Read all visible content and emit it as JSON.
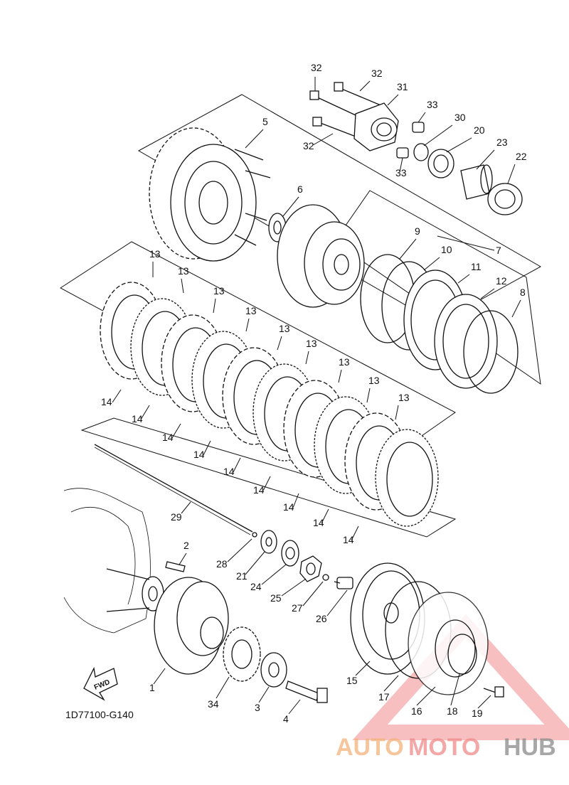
{
  "diagram_code": "1D77100-G140",
  "fwd_label": "FWD",
  "watermark": {
    "part1": "AUTO",
    "part2": "MOTO",
    "part3": "HUB",
    "colors": {
      "orange": "#f5b27a",
      "red": "#f08a8a",
      "gray": "#8a8a8a"
    }
  },
  "callouts": [
    {
      "id": "c32a",
      "text": "32"
    },
    {
      "id": "c32b",
      "text": "32"
    },
    {
      "id": "c31",
      "text": "31"
    },
    {
      "id": "c33a",
      "text": "33"
    },
    {
      "id": "c30",
      "text": "30"
    },
    {
      "id": "c20",
      "text": "20"
    },
    {
      "id": "c32c",
      "text": "32"
    },
    {
      "id": "c23",
      "text": "23"
    },
    {
      "id": "c22",
      "text": "22"
    },
    {
      "id": "c33b",
      "text": "33"
    },
    {
      "id": "c5",
      "text": "5"
    },
    {
      "id": "c6",
      "text": "6"
    },
    {
      "id": "c9",
      "text": "9"
    },
    {
      "id": "c10",
      "text": "10"
    },
    {
      "id": "c7",
      "text": "7"
    },
    {
      "id": "c11",
      "text": "11"
    },
    {
      "id": "c12",
      "text": "12"
    },
    {
      "id": "c8",
      "text": "8"
    },
    {
      "id": "c13a",
      "text": "13"
    },
    {
      "id": "c13b",
      "text": "13"
    },
    {
      "id": "c13c",
      "text": "13"
    },
    {
      "id": "c13d",
      "text": "13"
    },
    {
      "id": "c13e",
      "text": "13"
    },
    {
      "id": "c13f",
      "text": "13"
    },
    {
      "id": "c13g",
      "text": "13"
    },
    {
      "id": "c13h",
      "text": "13"
    },
    {
      "id": "c13i",
      "text": "13"
    },
    {
      "id": "c14a",
      "text": "14"
    },
    {
      "id": "c14b",
      "text": "14"
    },
    {
      "id": "c14c",
      "text": "14"
    },
    {
      "id": "c14d",
      "text": "14"
    },
    {
      "id": "c14e",
      "text": "14"
    },
    {
      "id": "c14f",
      "text": "14"
    },
    {
      "id": "c14g",
      "text": "14"
    },
    {
      "id": "c14h",
      "text": "14"
    },
    {
      "id": "c14i",
      "text": "14"
    },
    {
      "id": "c29",
      "text": "29"
    },
    {
      "id": "c2",
      "text": "2"
    },
    {
      "id": "c28",
      "text": "28"
    },
    {
      "id": "c21",
      "text": "21"
    },
    {
      "id": "c24",
      "text": "24"
    },
    {
      "id": "c25",
      "text": "25"
    },
    {
      "id": "c27",
      "text": "27"
    },
    {
      "id": "c26",
      "text": "26"
    },
    {
      "id": "c15",
      "text": "15"
    },
    {
      "id": "c17",
      "text": "17"
    },
    {
      "id": "c16",
      "text": "16"
    },
    {
      "id": "c18",
      "text": "18"
    },
    {
      "id": "c19",
      "text": "19"
    },
    {
      "id": "c1",
      "text": "1"
    },
    {
      "id": "c34",
      "text": "34"
    },
    {
      "id": "c3",
      "text": "3"
    },
    {
      "id": "c4",
      "text": "4"
    }
  ]
}
